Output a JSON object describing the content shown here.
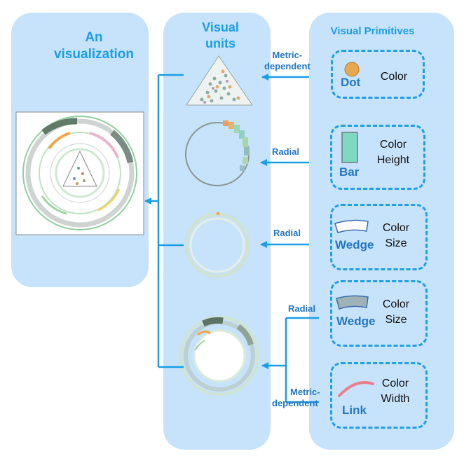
{
  "panels": {
    "visualization": {
      "title_line1": "An",
      "title_line2": "visualization"
    },
    "units": {
      "title_line1": "Visual",
      "title_line2": "units"
    },
    "primitives": {
      "title": "Visual Primitives"
    }
  },
  "connectors": {
    "metric_dependent_top": {
      "line1": "Metric-",
      "line2": "dependent"
    },
    "radial_1": "Radial",
    "radial_2": "Radial",
    "radial_3": "Radial",
    "metric_dependent_bottom": {
      "line1": "Metric-",
      "line2": "dependent"
    }
  },
  "primitives": [
    {
      "name": "Dot",
      "attr1": "Color",
      "attr2": ""
    },
    {
      "name": "Bar",
      "attr1": "Color",
      "attr2": "Height"
    },
    {
      "name": "Wedge",
      "attr1": "Color",
      "attr2": "Size"
    },
    {
      "name": "Wedge",
      "attr1": "Color",
      "attr2": "Size"
    },
    {
      "name": "Link",
      "attr1": "Color",
      "attr2": "Width"
    }
  ],
  "colors": {
    "panel_bg": "#c7e2fb",
    "accent_blue": "#1a9ee6",
    "label_blue": "#2377c4",
    "dot_fill": "#e8a850",
    "bar_fill": "#7fd8c3",
    "wedge_gray": "#9fb2b8",
    "link_pink": "#ec7f8c"
  }
}
